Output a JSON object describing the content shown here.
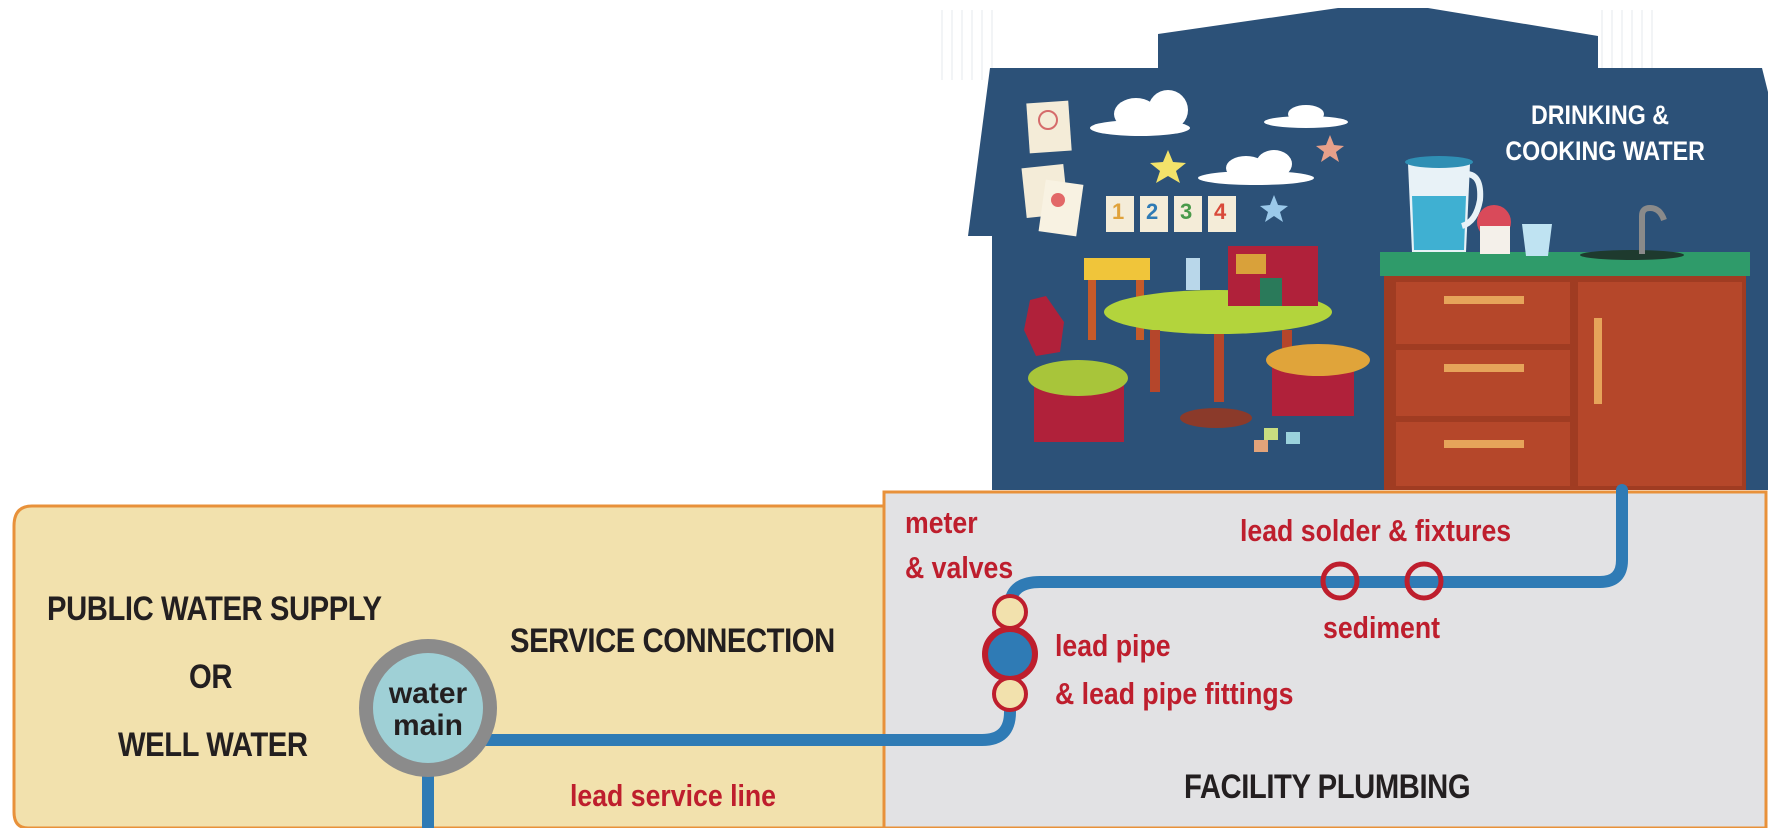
{
  "house": {
    "label_line1": "DRINKING &",
    "label_line2": "COOKING WATER",
    "counting_cards": [
      "1",
      "2",
      "3",
      "4"
    ]
  },
  "supply": {
    "line1": "PUBLIC WATER SUPPLY",
    "line2": "OR",
    "line3": "WELL WATER"
  },
  "water_main": {
    "line1": "water",
    "line2": "main"
  },
  "service": {
    "title": "SERVICE CONNECTION",
    "lead_service_line": "lead service line"
  },
  "facility": {
    "title": "FACILITY PLUMBING",
    "meter_line1": "meter",
    "meter_line2": "& valves",
    "lead_pipe_line1": "lead pipe",
    "lead_pipe_line2": "& lead pipe fittings",
    "solder": "lead solder & fixtures",
    "sediment": "sediment"
  },
  "colors": {
    "house_bg": "#2c5178",
    "supply_bg": "#f2e1ad",
    "facility_bg": "#e2e2e4",
    "border": "#e8913a",
    "pipe": "#2f7bb5",
    "lead_red": "#be1e2d",
    "main_ring": "#8b8b8b",
    "main_fill": "#9fd0d6"
  }
}
